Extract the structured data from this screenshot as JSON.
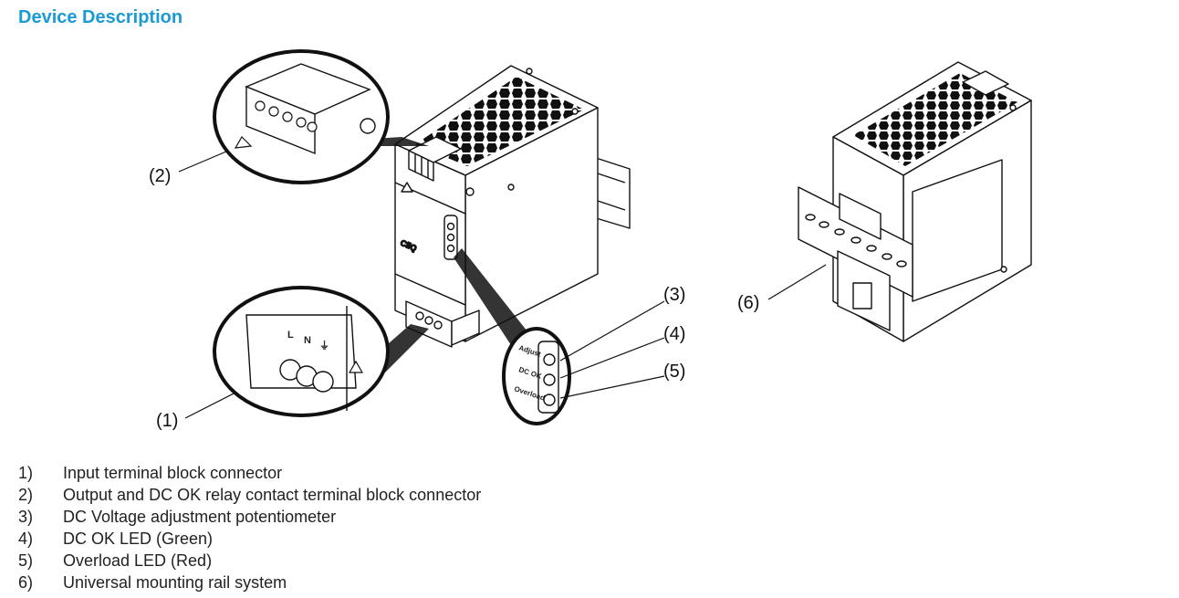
{
  "title": "Device Description",
  "figure": {
    "callouts": [
      "(1)",
      "(2)",
      "(3)",
      "(4)",
      "(5)",
      "(6)"
    ],
    "front_panel_labels": [
      "Adjust",
      "DC OK",
      "Overload"
    ],
    "input_terminal_labels": [
      "L",
      "N",
      "⏚"
    ]
  },
  "legend": [
    {
      "num": "1)",
      "text": "Input terminal block connector"
    },
    {
      "num": "2)",
      "text": "Output and DC OK relay contact terminal block connector"
    },
    {
      "num": "3)",
      "text": "DC Voltage adjustment potentiometer"
    },
    {
      "num": "4)",
      "text": "DC OK LED (Green)"
    },
    {
      "num": "5)",
      "text": "Overload LED (Red)"
    },
    {
      "num": "6)",
      "text": "Universal mounting rail system"
    }
  ],
  "colors": {
    "title": "#1a9ad6",
    "line": "#111111",
    "text": "#222222"
  }
}
